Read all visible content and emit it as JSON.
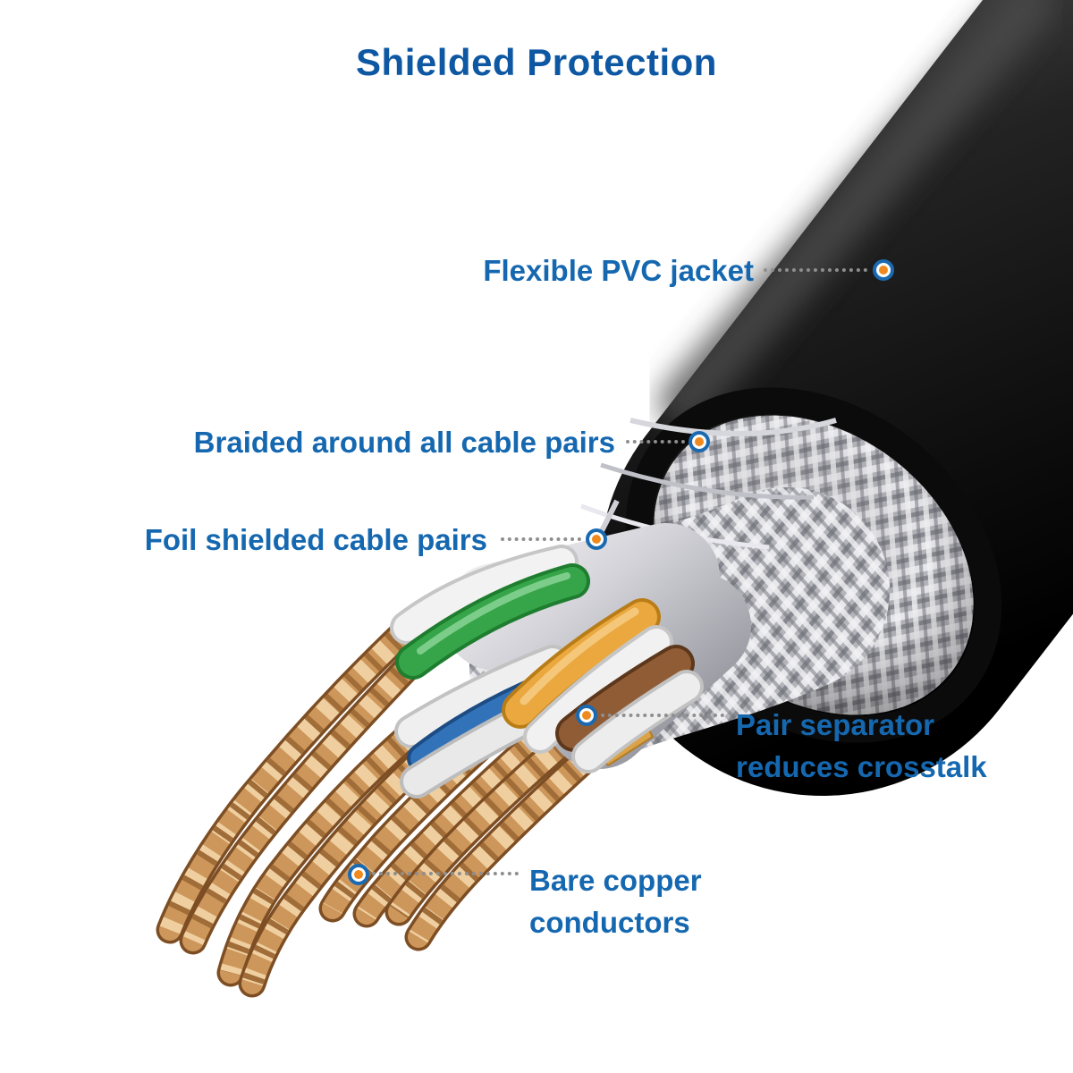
{
  "title": "Shielded Protection",
  "labels": {
    "pvc": {
      "text": "Flexible PVC jacket"
    },
    "braid": {
      "text": "Braided around all cable pairs"
    },
    "foil": {
      "text": "Foil shielded cable pairs"
    },
    "separator": {
      "line1": "Pair separator",
      "line2": "reduces crosstalk"
    },
    "copper": {
      "line1": "Bare copper",
      "line2": "conductors"
    }
  },
  "colors": {
    "title_text": "#0d57a3",
    "label_text": "#1568b0",
    "leader_dots": "#8e8e8e",
    "marker_core": "#f08a1e",
    "marker_ring": "#1b6ab1",
    "jacket": "#141414",
    "braid_silver": "#c9c9cf",
    "copper": "#cd965a"
  },
  "illustration": {
    "subject": "cutaway-shielded-ethernet-cable",
    "wire_colors": [
      "green",
      "white",
      "blue",
      "orange",
      "brown"
    ]
  }
}
